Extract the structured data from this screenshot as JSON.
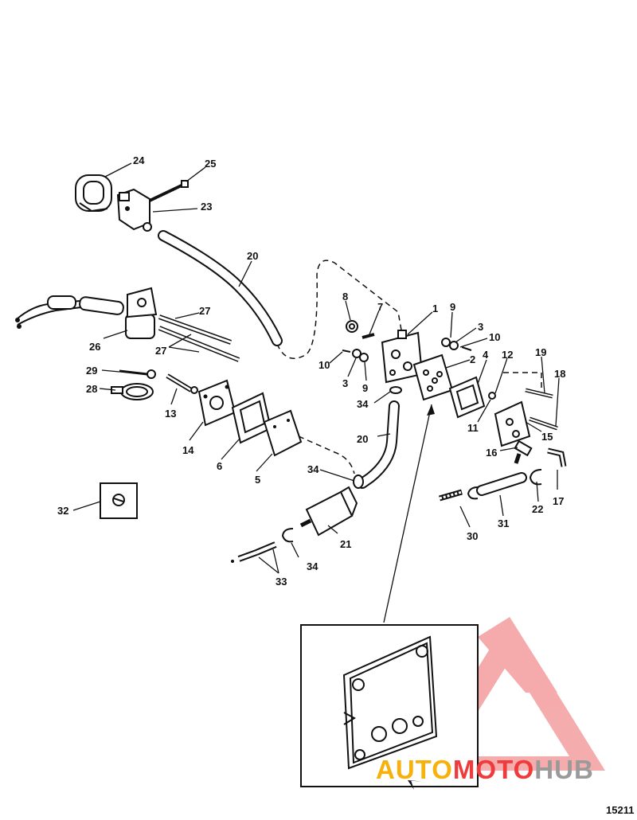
{
  "drawing_code": "15211",
  "watermark": {
    "part1": "AUTO",
    "part2": "MOTO",
    "part3": "HUB",
    "colors": {
      "auto": "#f6b10a",
      "moto": "#ef3b3b",
      "hub": "#9a9a9a",
      "logo": "#f08a8a"
    }
  },
  "callouts": {
    "n1": "1",
    "n2": "2",
    "n3a": "3",
    "n3b": "3",
    "n4": "4",
    "n5": "5",
    "n6": "6",
    "n7": "7",
    "n8": "8",
    "n9a": "9",
    "n9b": "9",
    "n10a": "10",
    "n10b": "10",
    "n11": "11",
    "n12": "12",
    "n13": "13",
    "n14": "14",
    "n15": "15",
    "n16": "16",
    "n17": "17",
    "n18": "18",
    "n19": "19",
    "n20a": "20",
    "n20b": "20",
    "n21": "21",
    "n22": "22",
    "n23": "23",
    "n24": "24",
    "n25": "25",
    "n26": "26",
    "n27a": "27",
    "n27b": "27",
    "n28": "28",
    "n29": "29",
    "n30": "30",
    "n31": "31",
    "n32": "32",
    "n33": "33",
    "n34a": "34",
    "n34b": "34",
    "n34c": "34"
  }
}
